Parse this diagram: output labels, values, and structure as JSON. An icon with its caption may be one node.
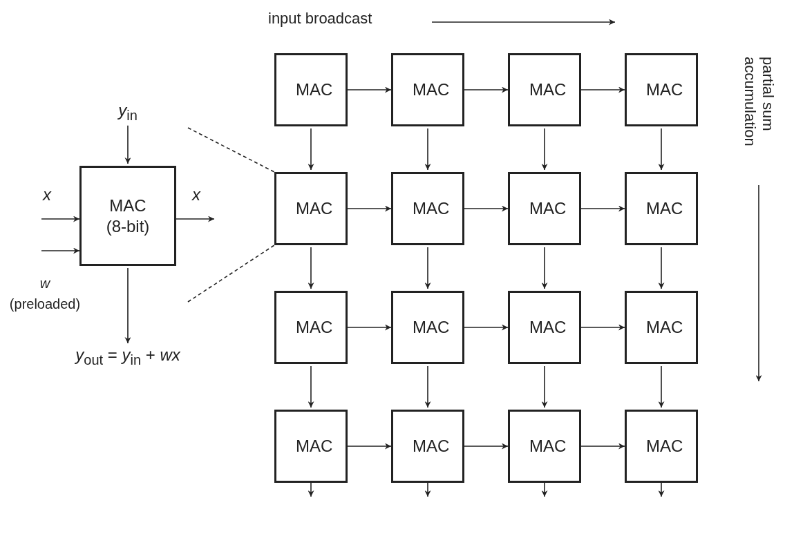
{
  "diagram": {
    "nodes": [
      {
        "text": [
          "MAC (8-bit)"
        ]
      },
      {
        "text": [
          "*y*$_{in}$"
        ]
      },
      {
        "text": [
          "*y*$_{out}$ = *y*$_{in}$ + *wx*"
        ]
      },
      {
        "text": [
          "MAC"
        ]
      },
      {
        "text": [
          "MAC"
        ]
      },
      {
        "text": [
          "MAC"
        ]
      },
      {
        "text": [
          "MAC"
        ]
      },
      {
        "text": [
          "MAC"
        ]
      },
      {
        "text": [
          "MAC"
        ]
      },
      {
        "text": [
          "MAC"
        ]
      },
      {
        "text": [
          "MAC"
        ]
      },
      {
        "text": [
          "MAC"
        ]
      },
      {
        "text": [
          "MAC"
        ]
      },
      {
        "text": [
          "MAC"
        ]
      },
      {
        "text": [
          "MAC"
        ]
      },
      {
        "text": [
          "MAC"
        ]
      },
      {
        "text": [
          "MAC"
        ]
      },
      {
        "text": [
          "MAC"
        ]
      },
      {
        "text": [
          "MAC"
        ]
      }
    ],
    "edges": [
      {
        "from": 1,
        "to": 0,
        "arrow": "to"
      },
      {
        "from": null,
        "to": 0,
        "arrow": "to"
      },
      {
        "from": null,
        "to": 0,
        "arrow": "to"
      },
      {
        "from": 0,
        "to": null,
        "arrow": "to"
      },
      {
        "from": 0,
        "to": 2,
        "arrow": "to"
      },
      {
        "from": 0,
        "to": 7,
        "arrow": "none",
        "style": "dashed"
      },
      {
        "from": 0,
        "to": 7,
        "arrow": "none",
        "style": "dashed"
      },
      {
        "from": 3,
        "to": 4,
        "arrow": "to"
      },
      {
        "from": 4,
        "to": 5,
        "arrow": "to"
      },
      {
        "from": 5,
        "to": 6,
        "arrow": "to"
      },
      {
        "from": 7,
        "to": 8,
        "arrow": "to"
      },
      {
        "from": 8,
        "to": 9,
        "arrow": "to"
      },
      {
        "from": 9,
        "to": 10,
        "arrow": "to"
      },
      {
        "from": 11,
        "to": 12,
        "arrow": "to"
      },
      {
        "from": 12,
        "to": 13,
        "arrow": "to"
      },
      {
        "from": 13,
        "to": 14,
        "arrow": "to"
      },
      {
        "from": 15,
        "to": 16,
        "arrow": "to"
      },
      {
        "from": 16,
        "to": 17,
        "arrow": "to"
      },
      {
        "from": 17,
        "to": 18,
        "arrow": "to"
      },
      {
        "from": 3,
        "to": 7,
        "arrow": "to"
      },
      {
        "from": 4,
        "to": 8,
        "arrow": "to"
      },
      {
        "from": 5,
        "to": 9,
        "arrow": "to"
      },
      {
        "from": 6,
        "to": 10,
        "arrow": "to"
      },
      {
        "from": 7,
        "to": 11,
        "arrow": "to"
      },
      {
        "from": 8,
        "to": 12,
        "arrow": "to"
      },
      {
        "from": 9,
        "to": 13,
        "arrow": "to"
      },
      {
        "from": 10,
        "to": 14,
        "arrow": "to"
      },
      {
        "from": 11,
        "to": 15,
        "arrow": "to"
      },
      {
        "from": 12,
        "to": 16,
        "arrow": "to"
      },
      {
        "from": 13,
        "to": 17,
        "arrow": "to"
      },
      {
        "from": 14,
        "to": 18,
        "arrow": "to"
      },
      {
        "from": 15,
        "to": null,
        "arrow": "to"
      },
      {
        "from": 16,
        "to": null,
        "arrow": "to"
      },
      {
        "from": 17,
        "to": null,
        "arrow": "to"
      },
      {
        "from": 18,
        "to": null,
        "arrow": "to"
      }
    ],
    "labels": [
      "input broadcast",
      "partial sum accumulation",
      "x",
      "x",
      "*w* (preloaded)"
    ]
  }
}
